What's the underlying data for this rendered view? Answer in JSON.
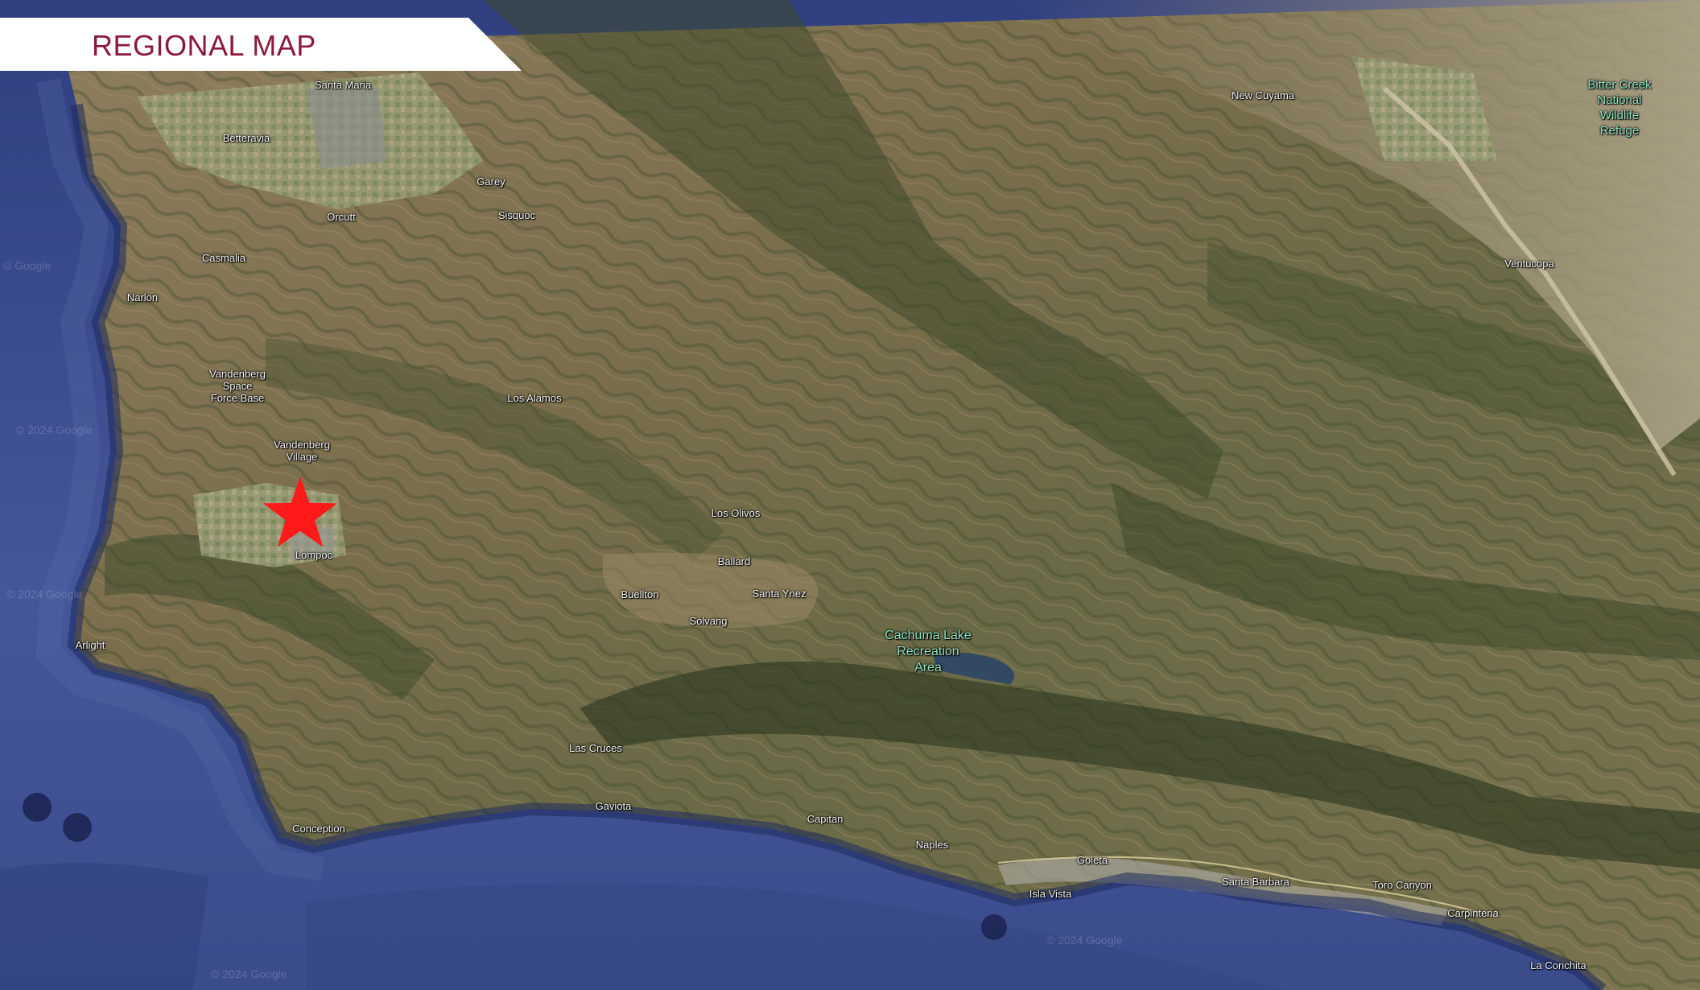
{
  "title": "REGIONAL MAP",
  "places": {
    "santa_maria": "Santa Maria",
    "betteravia": "Betteravia",
    "garey": "Garey",
    "sisquoc": "Sisquoc",
    "orcutt": "Orcutt",
    "casmalia": "Casmalia",
    "narlon": "Narlon",
    "vandenberg_sfb": "Vandenberg\nSpace\nForce Base",
    "los_alamos": "Los Alamos",
    "vandenberg_village": "Vandenberg\nVillage",
    "lompoc": "Lompoc",
    "los_olivos": "Los Olivos",
    "ballard": "Ballard",
    "buellton": "Buellton",
    "santa_ynez": "Santa Ynez",
    "solvang": "Solvang",
    "arlight": "Arlight",
    "cachuma": "Cachuma Lake\nRecreation\nArea",
    "las_cruces": "Las Cruces",
    "gaviota": "Gaviota",
    "conception": "Conception",
    "capitan": "Capitan",
    "naples": "Naples",
    "goleta": "Goleta",
    "isla_vista": "Isla Vista",
    "santa_barbara": "Santa Barbara",
    "toro_canyon": "Toro Canyon",
    "carpinteria": "Carpinteria",
    "la_conchita": "La Conchita",
    "new_cuyama": "New Cuyama",
    "ventucopa": "Ventucopa",
    "bitter_creek": "Bitter Creek\nNational\nWildlife\nRefuge"
  },
  "watermarks": {
    "w1": "© Google",
    "w2": "© 2024 Google",
    "w3": "© 2024 Google",
    "w4": "© 2024 Google",
    "w5": "© 2024 Google"
  },
  "colors": {
    "banner_text": "#8b1a3a",
    "star": "#ff1a1a",
    "ocean": "#3e4f8c",
    "land": "#8a7a5a"
  },
  "marker": {
    "icon": "red-star-marker",
    "location": "Lompoc"
  }
}
